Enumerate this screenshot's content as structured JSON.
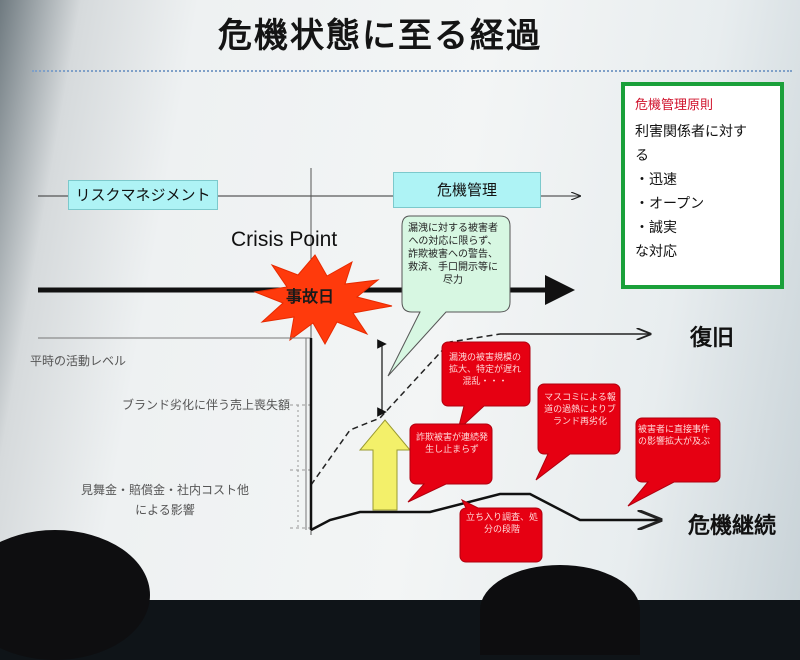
{
  "slide": {
    "title": "危機状態に至る経過",
    "risk_management_label": "リスクマネジメント",
    "crisis_management_label": "危機管理",
    "crisis_point_label": "Crisis Point",
    "incident_day_label": "事故日",
    "speech_note": "漏洩に対する被害者への対応に限らず、詐欺被害への警告、救済、手口開示等に尽力",
    "principles": {
      "heading": "危機管理原則",
      "line1": "利害関係者に対す",
      "line2": "る",
      "item1": "・迅速",
      "item2": "・オープン",
      "item3": "・誠実",
      "closing": "な対応"
    },
    "level_labels": {
      "normal": "平時の活動レベル",
      "brand_loss": "ブランド劣化に伴う売上喪失額",
      "costs_line1": "見舞金・賠償金・社内コスト他",
      "costs_line2": "による影響"
    },
    "recovery_label": "復旧",
    "continuation_label": "危機継続",
    "red_notes": [
      "漏洩の被害規模の拡大、特定が遅れ混乱・・・",
      "詐欺被害が連続発生し止まらず",
      "マスコミによる報道の過熱によりブランド再劣化",
      "被害者に直接事件の影響拡大が及ぶ",
      "立ち入り調査、処分の段階"
    ]
  },
  "colors": {
    "cyan_label": "#aef3f5",
    "speech_bubble": "#d7f7e2",
    "starburst": "#ff3a0c",
    "red_note": "#e60012",
    "principles_border": "#1aa03a",
    "principles_heading": "#d0102a",
    "yellow_arrow": "#f3f06a"
  }
}
